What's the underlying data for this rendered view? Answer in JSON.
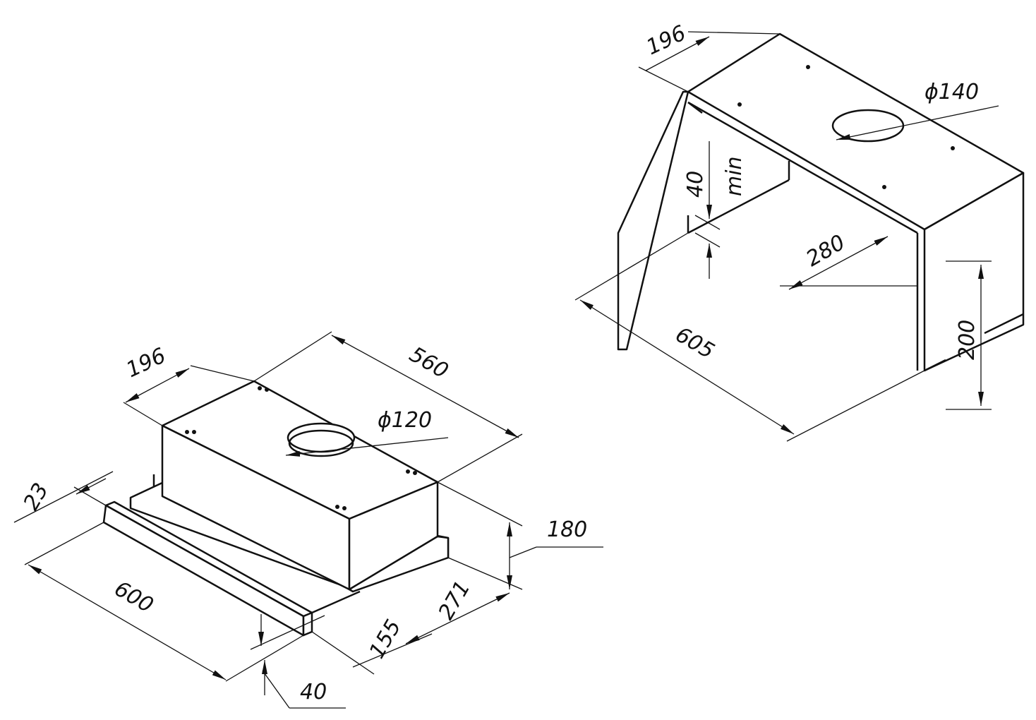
{
  "left_hood": {
    "dims": {
      "depth_top": "196",
      "width_top": "560",
      "duct": "ϕ120",
      "panel_thickness": "23",
      "width_front": "600",
      "height": "180",
      "depth_total": "271",
      "depth_panel": "155",
      "panel_height": "40"
    }
  },
  "right_hood": {
    "dims": {
      "depth_top": "196",
      "duct": "ϕ140",
      "gap": "40",
      "gap_note": "min",
      "depth": "280",
      "width": "605",
      "height": "200"
    }
  },
  "colors": {
    "line": "#111111",
    "background": "#ffffff"
  }
}
